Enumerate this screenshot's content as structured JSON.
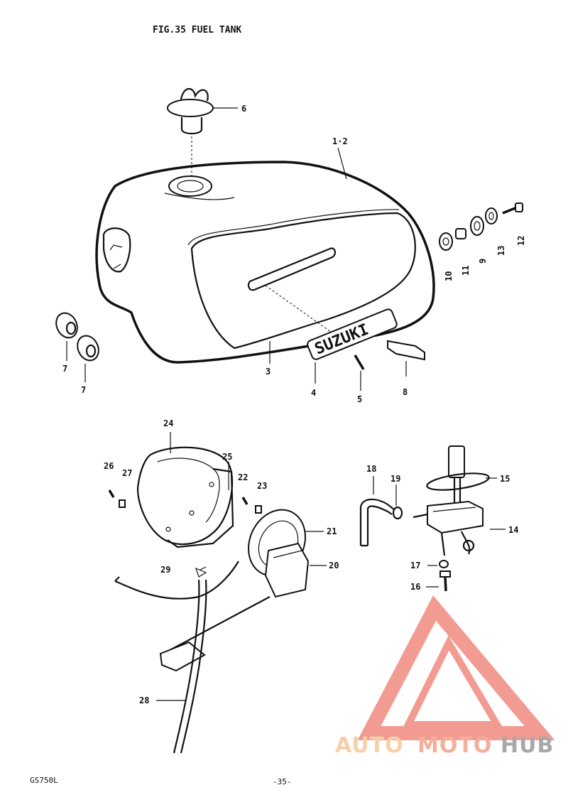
{
  "title": "FIG.35  FUEL TANK",
  "footer": {
    "model": "GS750L",
    "page": "-35-"
  },
  "brand": {
    "auto": "AUTO",
    "moto": "MOTO",
    "hub": "HUB",
    "auto_color": "#f7c89a",
    "moto_color": "#f3a088",
    "hub_color": "#9a9a9a",
    "logo_color": "#f08a80"
  },
  "tank_emblem": "SUZUKI",
  "callouts": {
    "c1_2": "1·2",
    "c3": "3",
    "c4": "4",
    "c5": "5",
    "c6": "6",
    "c7a": "7",
    "c7b": "7",
    "c8": "8",
    "c9": "9",
    "c10": "10",
    "c11": "11",
    "c12": "12",
    "c13": "13",
    "c14": "14",
    "c15": "15",
    "c16": "16",
    "c17": "17",
    "c18": "18",
    "c19": "19",
    "c20": "20",
    "c21": "21",
    "c22": "22",
    "c23": "23",
    "c24": "24",
    "c25": "25",
    "c26": "26",
    "c27": "27",
    "c28": "28",
    "c29": "29"
  }
}
